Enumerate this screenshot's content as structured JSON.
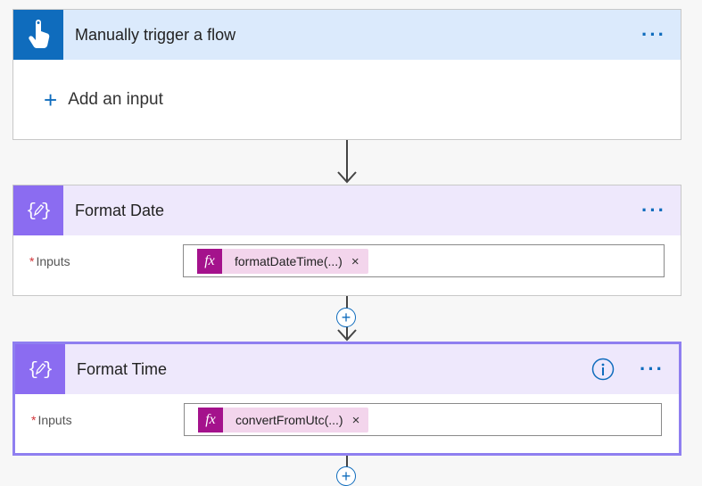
{
  "trigger": {
    "title": "Manually trigger a flow",
    "more": "···",
    "add_input_plus": "+",
    "add_input_label": "Add an input"
  },
  "format_date": {
    "title": "Format Date",
    "more": "···",
    "required_mark": "*",
    "inputs_label": "Inputs",
    "token_fx": "fx",
    "token_text": "formatDateTime(...)",
    "token_remove": "×"
  },
  "format_time": {
    "title": "Format Time",
    "more": "···",
    "required_mark": "*",
    "inputs_label": "Inputs",
    "token_fx": "fx",
    "token_text": "convertFromUtc(...)",
    "token_remove": "×"
  },
  "connectors": {
    "plus": "+"
  },
  "colors": {
    "trigger_accent": "#0f6cbd",
    "compose_accent": "#8b6cf1",
    "token_fx_bg": "#a4128c",
    "selected_border": "#8f7ff0"
  },
  "icons": [
    "touch-hand-icon",
    "compose-braces-icon",
    "info-icon",
    "more-options-icon",
    "add-step-icon",
    "arrow-down-icon"
  ]
}
